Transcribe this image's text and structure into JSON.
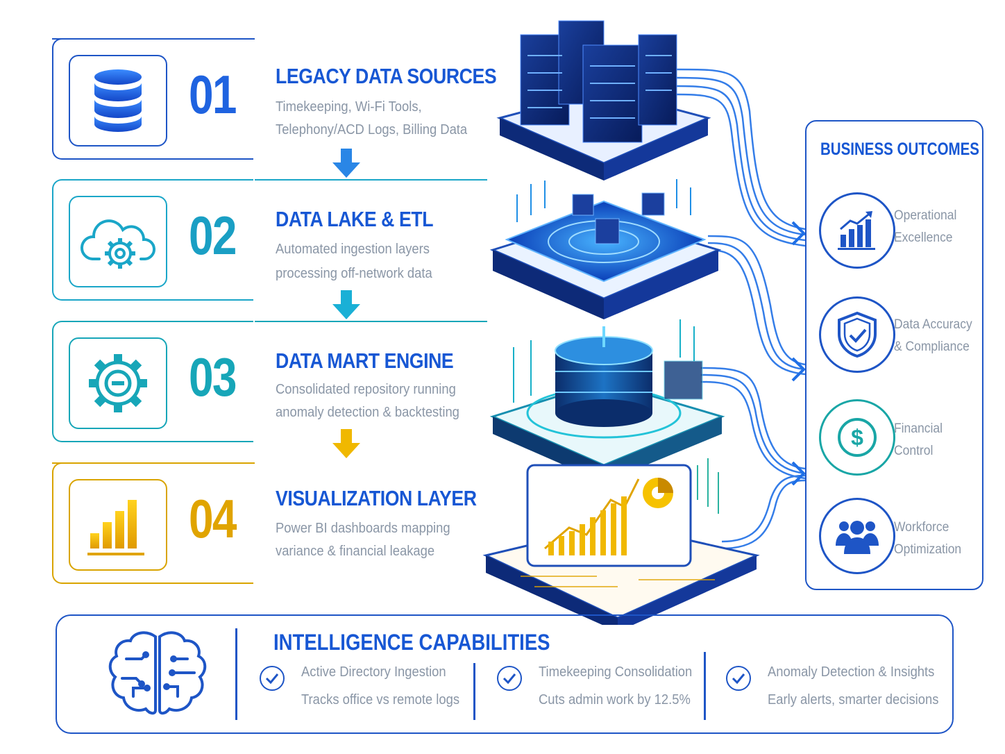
{
  "steps": [
    {
      "number": "01",
      "title": "LEGACY DATA SOURCES",
      "desc_line1": "Timekeeping, Wi-Fi Tools,",
      "desc_line2": "Telephony/ACD Logs, Billing Data",
      "icon": "database-icon",
      "color": "#1f63e0"
    },
    {
      "number": "02",
      "title": "DATA LAKE & ETL",
      "desc_line1": "Automated ingestion layers",
      "desc_line2": "processing off-network data",
      "icon": "cloud-gear-icon",
      "color": "#1a9fc4"
    },
    {
      "number": "03",
      "title": "DATA MART ENGINE",
      "desc_line1": "Consolidated repository running",
      "desc_line2": "anomaly detection & backtesting",
      "icon": "gear-icon",
      "color": "#17a6b8"
    },
    {
      "number": "04",
      "title": "VISUALIZATION LAYER",
      "desc_line1": "Power BI dashboards mapping",
      "desc_line2": "variance & financial leakage",
      "icon": "bar-chart-icon",
      "color": "#e0a400"
    }
  ],
  "outcomes": {
    "title": "BUSINESS OUTCOMES",
    "items": [
      {
        "line1": "Operational",
        "line2": "Excellence",
        "icon": "growth-chart-icon",
        "color": "#1e55c6"
      },
      {
        "line1": "Data Accuracy",
        "line2": "& Compliance",
        "icon": "shield-check-icon",
        "color": "#1e55c6"
      },
      {
        "line1": "Financial",
        "line2": "Control",
        "icon": "dollar-icon",
        "color": "#19a6a6"
      },
      {
        "line1": "Workforce",
        "line2": "Optimization",
        "icon": "team-icon",
        "color": "#1e55c6"
      }
    ]
  },
  "intelligence": {
    "title": "INTELLIGENCE CAPABILITIES",
    "icon": "brain-circuit-icon",
    "capabilities": [
      {
        "name": "Active Directory Ingestion",
        "detail": "Tracks office vs remote logs"
      },
      {
        "name": "Timekeeping Consolidation",
        "detail": "Cuts admin work by 12.5%"
      },
      {
        "name": "Anomaly Detection & Insights",
        "detail": "Early alerts, smarter decisions"
      }
    ]
  }
}
